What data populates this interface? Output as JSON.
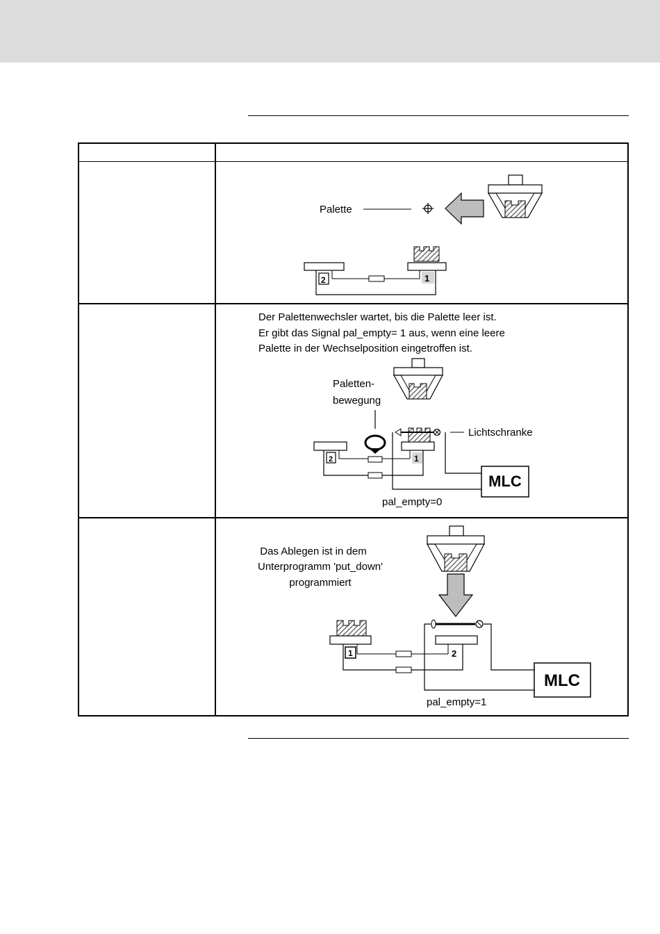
{
  "diagram1": {
    "palette_label": "Palette",
    "station_left": "2",
    "station_right": "1"
  },
  "diagram2": {
    "description_lines": [
      "Der Palettenwechsler wartet, bis die Palette leer ist.",
      "Er gibt das Signal pal_empty= 1 aus, wenn eine leere",
      "Palette in der Wechselposition eingetroffen ist."
    ],
    "motion_label_lines": [
      "Paletten-",
      "bewegung"
    ],
    "sensor_label": "Lichtschranke",
    "controller_label": "MLC",
    "signal_label": "pal_empty=0",
    "station_left": "2",
    "station_right": "1"
  },
  "diagram3": {
    "note_lines": [
      "Das Ablegen ist in dem",
      "Unterprogramm 'put_down'",
      "programmiert"
    ],
    "controller_label": "MLC",
    "signal_label": "pal_empty=1",
    "station_left": "1",
    "station_right": "2"
  },
  "colors": {
    "header_band": "#dcdcdc",
    "arrow_fill": "#bdbdbd",
    "hatch": "#555555"
  }
}
